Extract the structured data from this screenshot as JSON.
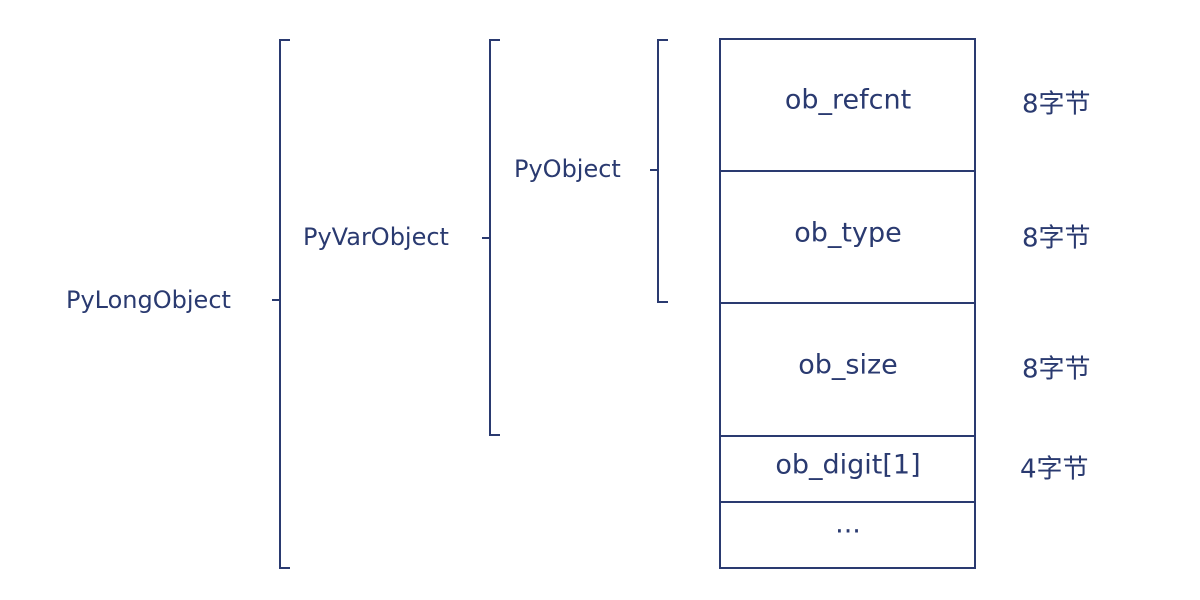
{
  "colors": {
    "ink": "#2a3a70",
    "background": "#ffffff"
  },
  "structs": [
    {
      "name": "PyLongObject"
    },
    {
      "name": "PyVarObject"
    },
    {
      "name": "PyObject"
    }
  ],
  "fields": [
    {
      "name": "ob_refcnt",
      "size": "8字节"
    },
    {
      "name": "ob_type",
      "size": "8字节"
    },
    {
      "name": "ob_size",
      "size": "8字节"
    },
    {
      "name": "ob_digit[1]",
      "size": "4字节"
    },
    {
      "name": "...",
      "size": ""
    }
  ]
}
